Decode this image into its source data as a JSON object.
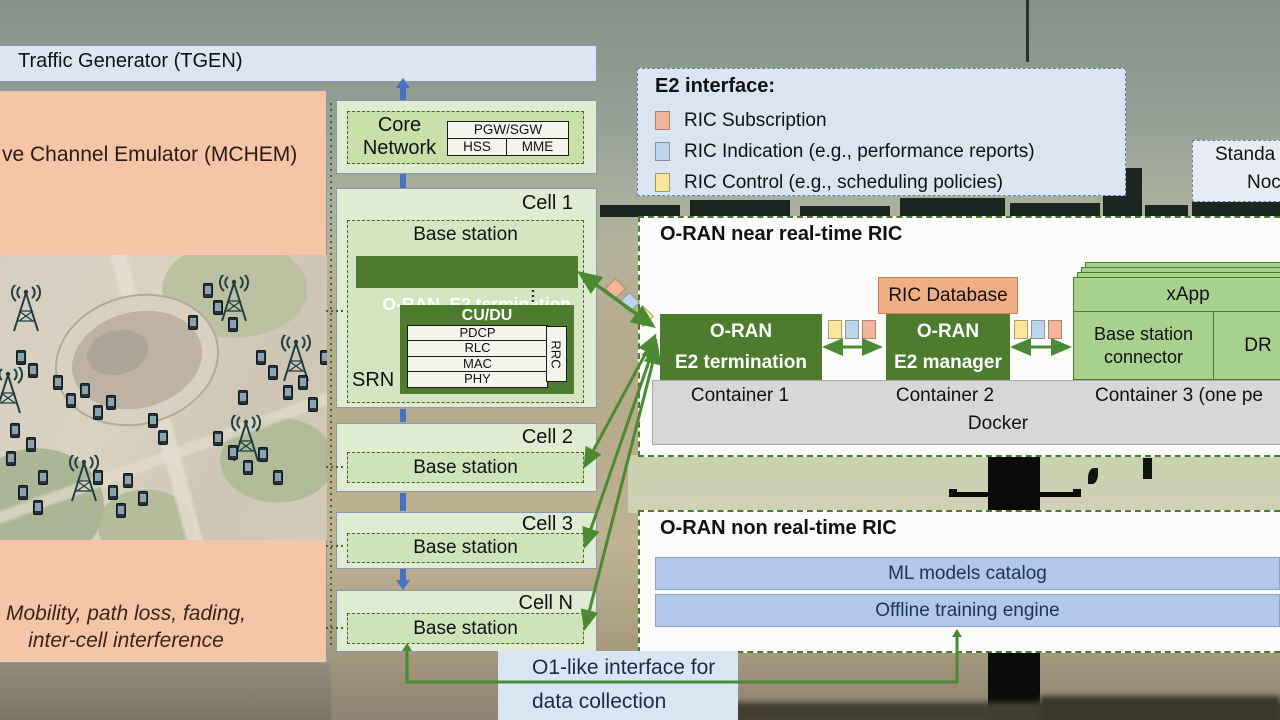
{
  "tgen": {
    "label": "Traffic Generator (TGEN)"
  },
  "mchem": {
    "label": "ve  Channel Emulator (MCHEM)",
    "caption_line1": "Mobility, path loss, fading,",
    "caption_line2": "inter-cell interference"
  },
  "core_network": {
    "label_line1": "Core",
    "label_line2": "Network",
    "pgw_sgw": "PGW/SGW",
    "hss": "HSS",
    "mme": "MME"
  },
  "cell1": {
    "name": "Cell 1",
    "base_station": "Base station",
    "e2_termination": "O-RAN  E2 termination",
    "cu_du": "CU/DU",
    "layers": [
      "PDCP",
      "RLC",
      "MAC",
      "PHY"
    ],
    "rrc": "RRC",
    "srn": "SRN"
  },
  "cells": [
    {
      "name": "Cell 2",
      "base_station": "Base station"
    },
    {
      "name": "Cell 3",
      "base_station": "Base station"
    },
    {
      "name": "Cell N",
      "base_station": "Base station"
    }
  ],
  "e2_legend": {
    "title": "E2 interface:",
    "items": [
      {
        "label": "RIC Subscription",
        "color": "#f2b49a"
      },
      {
        "label": "RIC Indication (e.g., performance reports)",
        "color": "#bdd5ea"
      },
      {
        "label": "RIC Control (e.g., scheduling policies)",
        "color": "#f9e69a"
      }
    ]
  },
  "standard_node": {
    "line1": "Standa",
    "line2": "Noc"
  },
  "near_rt_ric": {
    "title": "O-RAN near real-time RIC",
    "e2_termination_line1": "O-RAN",
    "e2_termination_line2": "E2 termination",
    "ric_database": "RIC Database",
    "e2_manager_line1": "O-RAN",
    "e2_manager_line2": "E2 manager",
    "xapp": "xApp",
    "bs_connector_line1": "Base station",
    "bs_connector_line2": "connector",
    "drl": "DR",
    "container1": "Container 1",
    "container2": "Container 2",
    "container3": "Container 3 (one pe",
    "docker": "Docker"
  },
  "non_rt_ric": {
    "title": "O-RAN non real-time RIC",
    "ml_catalog": "ML models catalog",
    "training_engine": "Offline training engine"
  },
  "o1_interface": {
    "line1": "O1-like interface for",
    "line2": "data collection"
  },
  "icons": {
    "cell_tower": "cell-tower-icon",
    "smartphone": "smartphone-icon"
  },
  "colors": {
    "dark_green": "#4e7c2e",
    "xapp_green": "#a9d18e",
    "pale_green": "#dfecd2",
    "inner_green": "#cfe3ba",
    "salmon": "#f6c5a8",
    "orange_db": "#f0ae85",
    "bar_blue": "#b5c7e8",
    "pale_blue": "#dde4f2",
    "yellow_sq": "#f9e69a",
    "blue_sq": "#bdd5ea",
    "salmon_sq": "#f2b49a",
    "line_green": "#4a8a33",
    "arrow_blue": "#4472c4"
  }
}
